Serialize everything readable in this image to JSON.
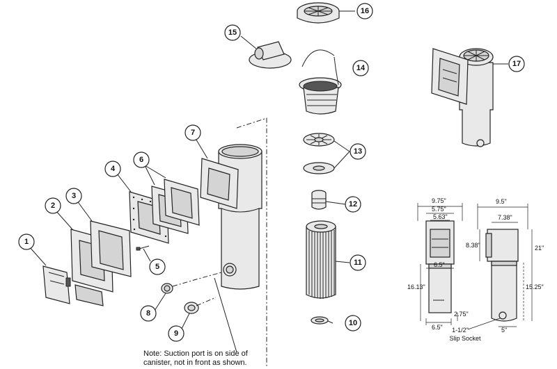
{
  "callouts": [
    "1",
    "2",
    "3",
    "4",
    "5",
    "6",
    "7",
    "8",
    "9",
    "10",
    "11",
    "12",
    "13",
    "14",
    "15",
    "16",
    "17"
  ],
  "dimensions": {
    "front_width_outer": "9.75\"",
    "front_width_mid": "5.75\"",
    "front_width_inner": "5.63\"",
    "front_height_top": "8.38\"",
    "front_canister_width": "6.5\"",
    "front_body_height": "16.13\"",
    "front_base_width": "6.5\"",
    "front_port_height": "2.75\"",
    "side_width_outer": "9.5\"",
    "side_width_inner": "7.38\"",
    "side_total_height": "21\"",
    "side_lower_height": "15.25\"",
    "side_base_width": "5\"",
    "side_socket_size": "1-1/2\"",
    "side_socket_label": "Slip Socket"
  },
  "note": {
    "line1": "Note: Suction port is on side of",
    "line2": "canister, not in front as shown."
  }
}
